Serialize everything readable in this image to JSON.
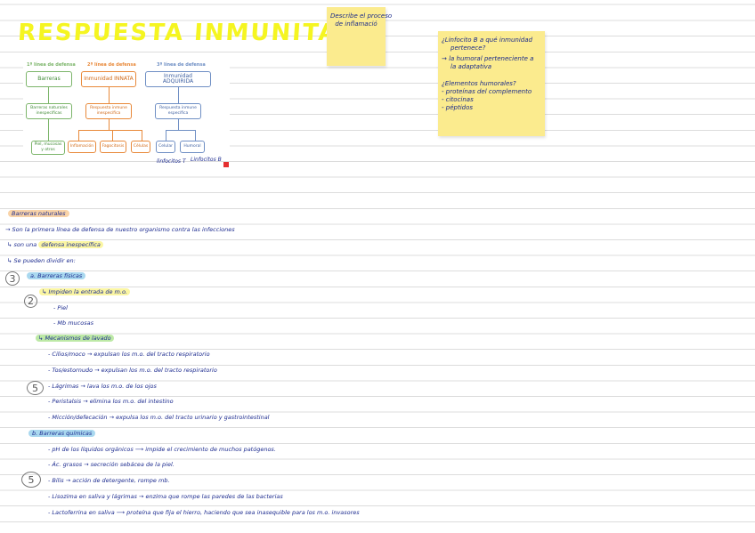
{
  "title": "Respuesta inmunitaria",
  "sticky_notes": {
    "note1": {
      "lines": [
        "Describe el proceso",
        "de inflamació"
      ]
    },
    "note2": {
      "lines": [
        "¿Linfocito B a qué inmunidad",
        "pertenece?",
        "→ la humoral perteneciente a",
        "la adaptativa",
        "¿Elementos humorales?",
        "- proteínas del complemento",
        "- citocinas",
        "- péptidos"
      ]
    }
  },
  "diagram": {
    "levels": [
      {
        "heading": "1ª línea de defensa",
        "box": "Barreras",
        "sub": "Barreras naturales inespecíficas",
        "leaf": "Piel, mucosas y otros"
      },
      {
        "heading": "2ª línea de defensa",
        "box": "Inmunidad INNATA",
        "sub": "Respuesta inmune inespecífica",
        "leaves": [
          "Inflamación",
          "Fagocitosis",
          "Células"
        ]
      },
      {
        "heading": "3ª línea de defensa",
        "box": "Inmunidad ADQUIRIDA",
        "sub": "Respuesta inmune específica",
        "leaves": [
          "Celular",
          "Humoral"
        ]
      }
    ],
    "notes": [
      "linfocitos T",
      "Linfocitos B"
    ]
  },
  "notes": {
    "section_title": "Barreras naturales",
    "intro": "→ Son la primera línea de defensa de nuestro organismo contra las infecciones",
    "line2_prefix": "↳ son una",
    "line2_hl": "defensa inespecífica",
    "line3": "↳ Se pueden dividir en:",
    "circle_3": "3",
    "physical": "a. Barreras físicas",
    "circle_2": "2",
    "prevent": "↳ Impiden la entrada de m.o.",
    "piel": "- Piel",
    "mucosas": "- Mb mucosas",
    "mechanisms": "↳ Mecanismos de lavado",
    "circle_5a": "5",
    "mech_items": [
      "- Cilios/moco → expulsan los m.o. del tracto respiratorio",
      "- Tos/estornudo → expulsan los m.o. del tracto respiratorio",
      "- Lágrimas → lava los m.o. de los ojos",
      "- Peristalsis → elimina los m.o. del intestino",
      "- Micción/defecación → expulsa los m.o. del tracto urinario y gastrointestinal"
    ],
    "chemical": "b. Barreras químicas",
    "circle_5b": "5",
    "chem_items": [
      "- pH de los líquidos orgánicos ⟶ impide el crecimiento de muchos patógenos.",
      "- Ác. grasos → secreción sebácea de la piel.",
      "- Bilis → acción de detergente, rompe mb.",
      "- Lisozima en saliva y lágrimas → enzima que rompe las paredes de las bacterias",
      "- Lactoferrina en saliva ⟶ proteína que fija el hierro, haciendo que sea inasequible para los m.o. invasores"
    ]
  },
  "colors": {
    "title": "#f5f521",
    "ink": "#1c2b8f",
    "sticky": "#fbeb8e",
    "green": "#7cb56a",
    "orange": "#e8893a",
    "blue": "#6f8fc4"
  }
}
